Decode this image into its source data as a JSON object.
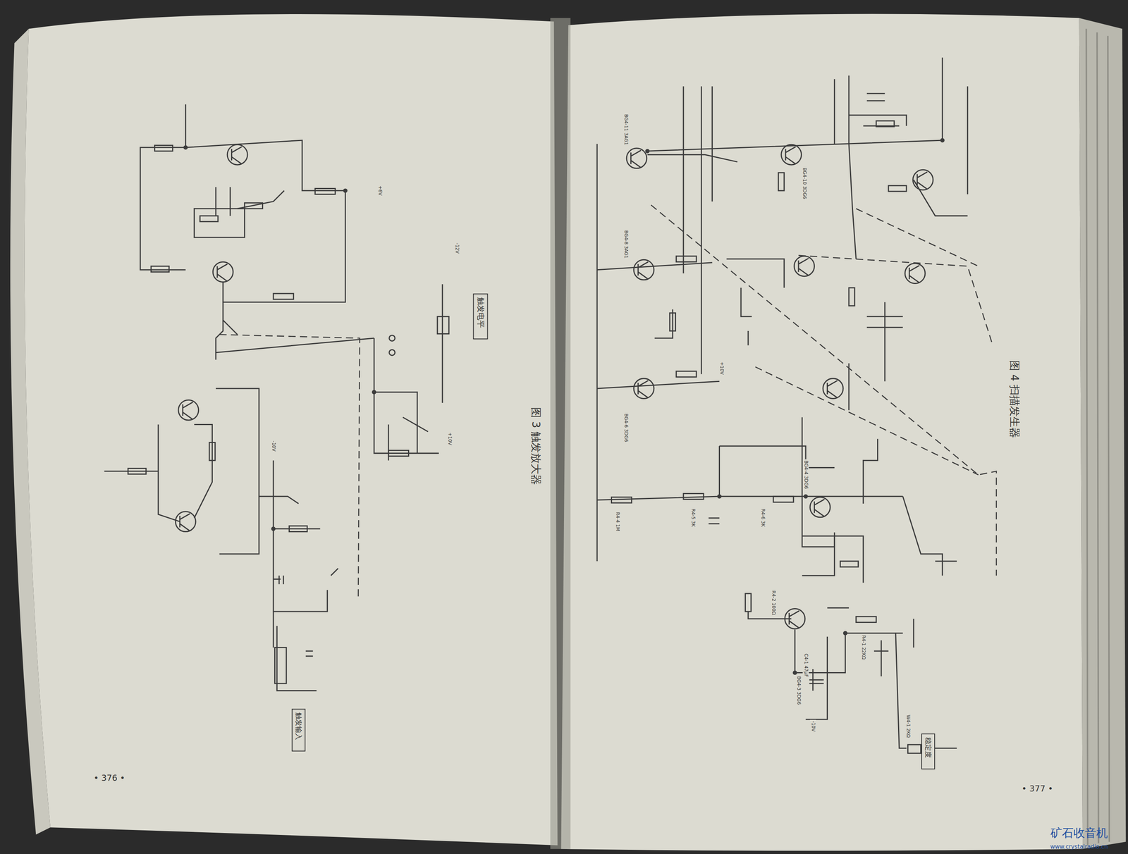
{
  "diagram": {
    "nodes": [
      {
        "text": [
          "触发电平"
        ]
      },
      {
        "text": [
          "触发输入"
        ]
      },
      {
        "text": [
          "稳定度"
        ]
      }
    ],
    "labels": [
      "图 3 触发放大器",
      "图 4 扫描发生器",
      "• 376 •",
      "• 377 •",
      "矿石收音机",
      "www.crystalradio.cn",
      "+6V",
      "-12V",
      "+10V",
      "-10V",
      "+10V",
      "-10V",
      "R4-2 100Ω",
      "BG4-3 3DG6",
      "R4-1 22KΩ",
      "W4-1 2KΩ",
      "C4-1 47μF",
      "R4-4 1M",
      "R4-5 3K",
      "R4-6 3K",
      "BG4-4 3DG6",
      "BG4-6 3DG6",
      "BG4-8 3AG1",
      "BG4-10 3DG6",
      "BG4-11 3AG1"
    ]
  }
}
